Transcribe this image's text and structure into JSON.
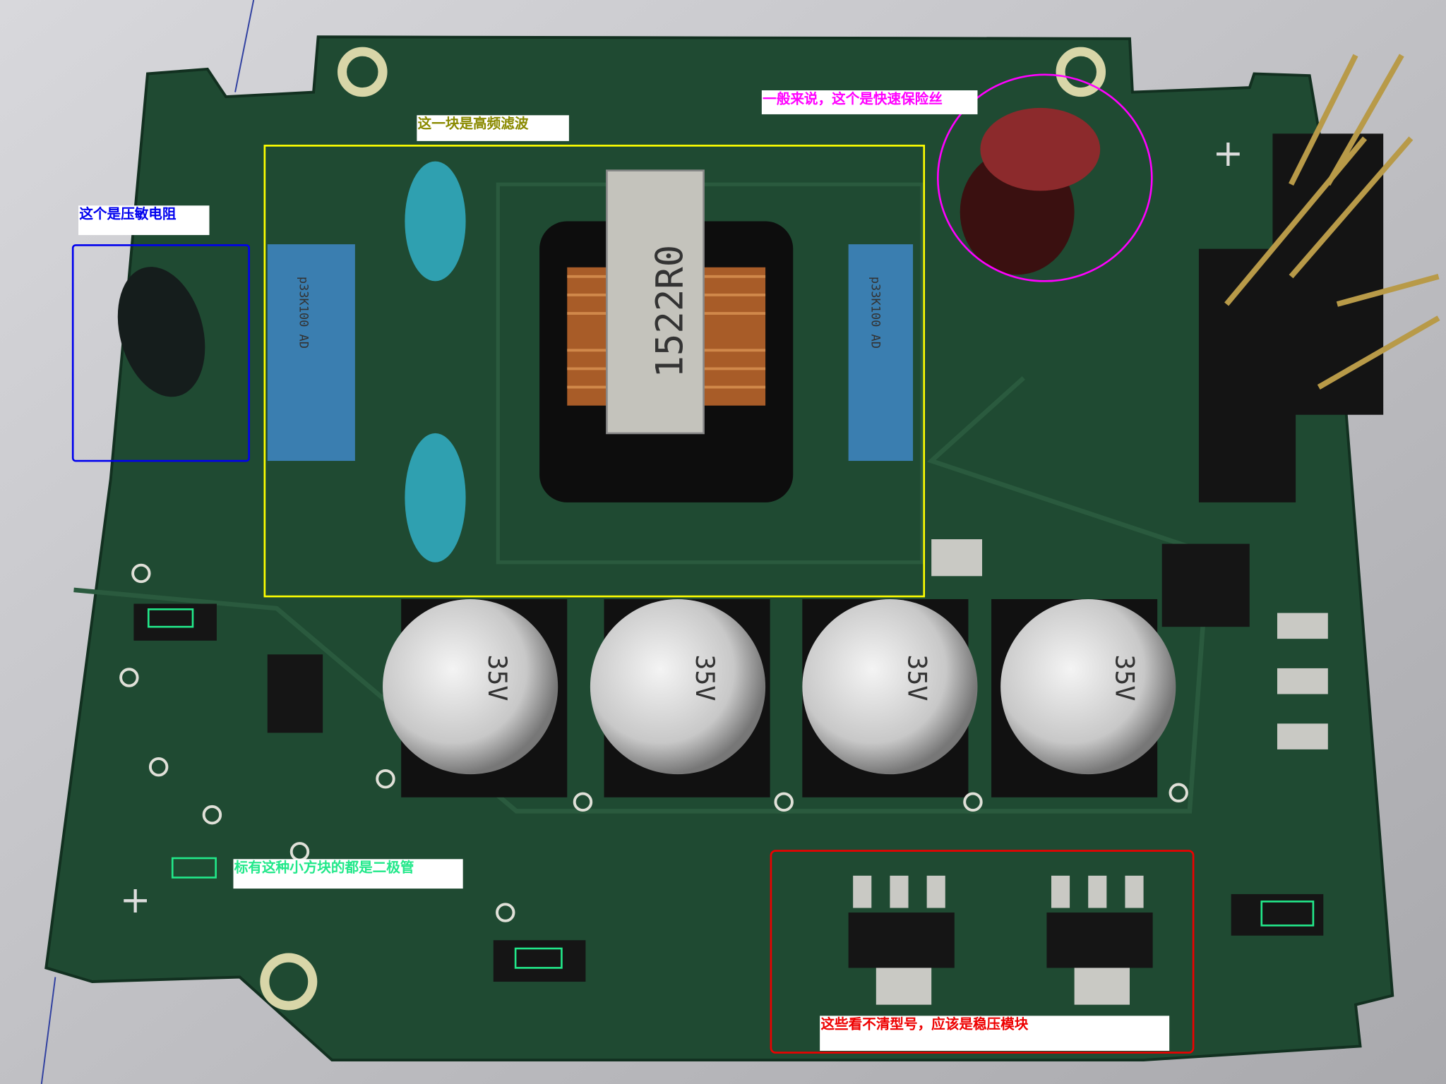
{
  "annotations": {
    "varistor": {
      "text": "这个是压敏电阻",
      "color": "#0000ee"
    },
    "hf_filter": {
      "text": "这一块是高频滤波",
      "color": "#8a8a00"
    },
    "fuse": {
      "text": "一般来说，这个是快速保险丝",
      "color": "#ff00ff"
    },
    "diodes": {
      "text": "标有这种小方块的都是二极管",
      "color": "#22e88a"
    },
    "regulators": {
      "text": "这些看不清型号，应该是稳压模块",
      "color": "#ee0000"
    }
  },
  "component_markings": {
    "inductor": "1522R0",
    "film_cap_left": "p33K100 AD",
    "film_cap_right": "p33K100 AD",
    "electrolytic_caps": [
      "35V",
      "35V",
      "35V",
      "35V"
    ]
  },
  "colors": {
    "board": "#1f4a32",
    "background": "#c9c9cc"
  }
}
